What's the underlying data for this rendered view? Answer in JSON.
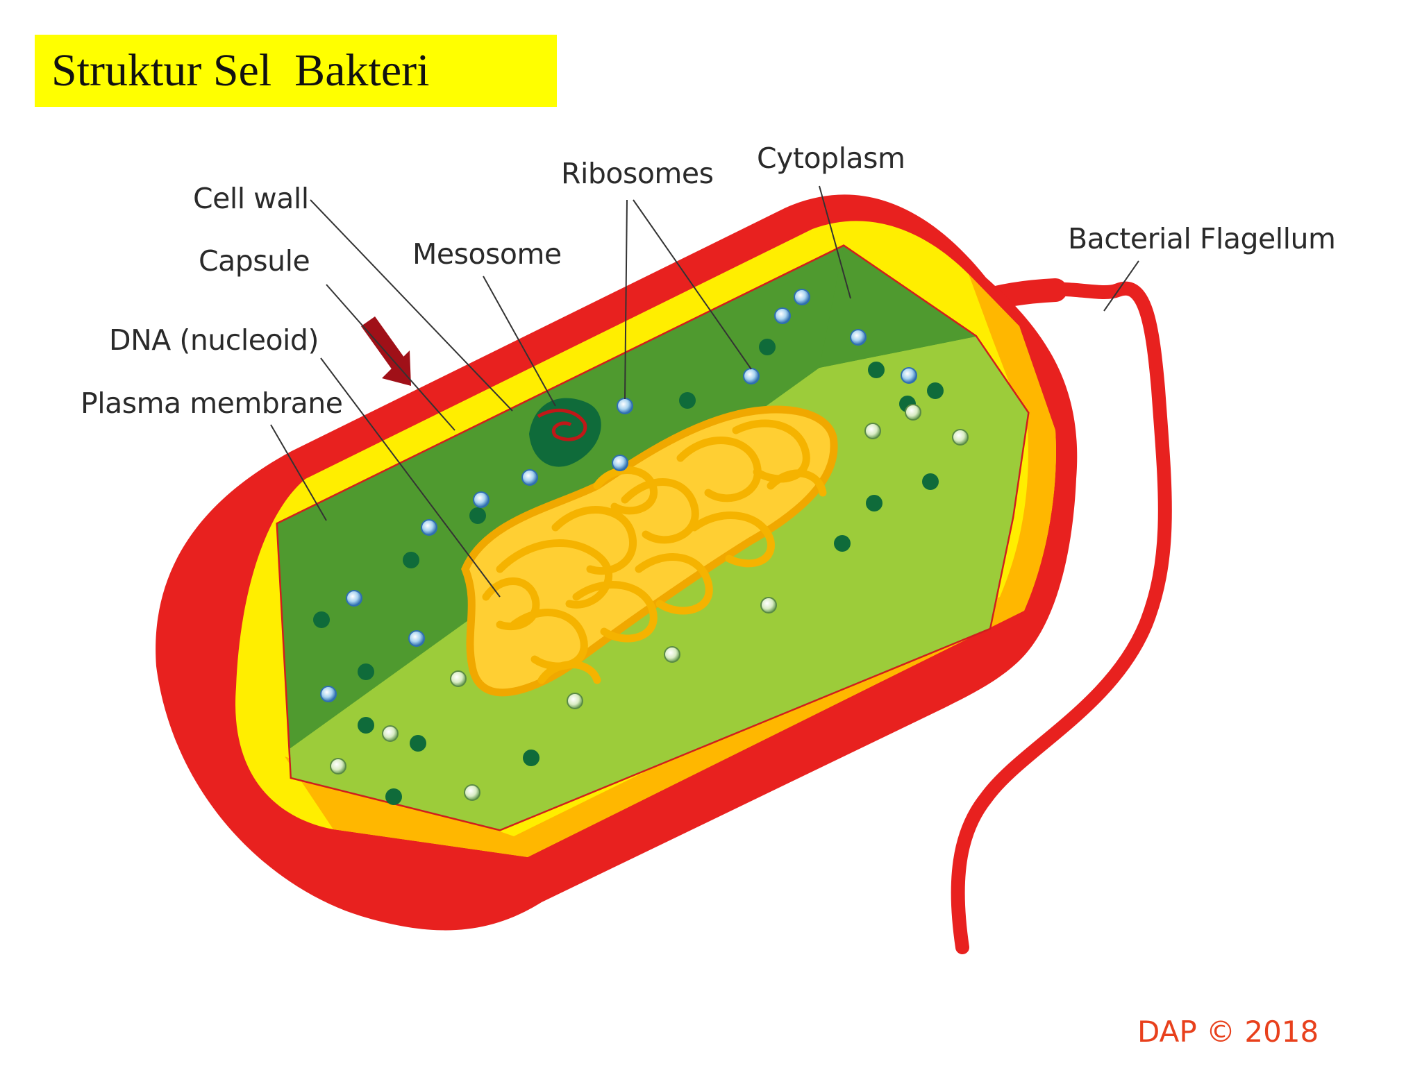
{
  "title": "Struktur Sel  Bakteri",
  "labels": {
    "cell_wall": "Cell wall",
    "capsule": "Capsule",
    "dna": "DNA (nucleoid)",
    "plasma_membrane": "Plasma membrane",
    "mesosome": "Mesosome",
    "ribosomes": "Ribosomes",
    "cytoplasm": "Cytoplasm",
    "flagellum": "Bacterial Flagellum"
  },
  "credit": "DAP © 2018",
  "colors": {
    "title_background": "#ffff00",
    "capsule_outer": "#e8211f",
    "cell_wall": "#ffee00",
    "cell_wall_shadow": "#ffb700",
    "cytoplasm_dark": "#4f9a2f",
    "cytoplasm_light": "#9ccc3a",
    "nucleoid": "#ffbf1a",
    "pointer_arrow": "#a01018",
    "credit": "#e8401c"
  }
}
